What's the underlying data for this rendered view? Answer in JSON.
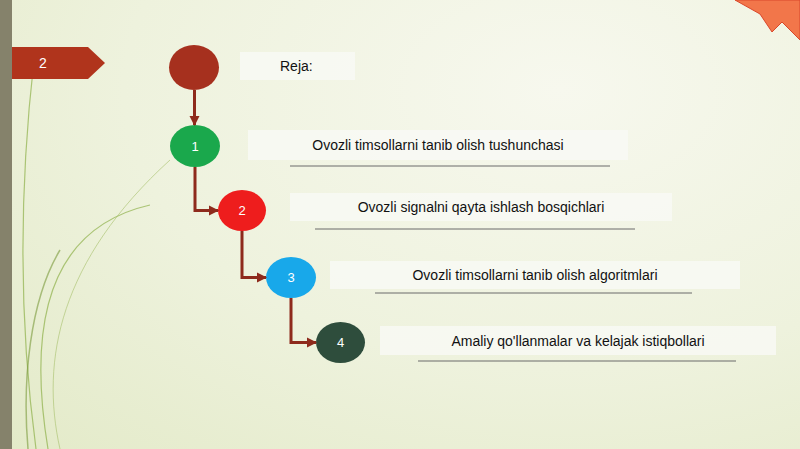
{
  "diagram": {
    "nodes": [
      {
        "text": [
          "Reja:"
        ]
      },
      {
        "text": [
          "1",
          "Ovozli timsollarni tanib olish tushunchasi"
        ]
      },
      {
        "text": [
          "2",
          "Ovozli signalni qayta ishlash bosqichlari"
        ]
      },
      {
        "text": [
          "3",
          "Ovozli timsollarni tanib olish algoritmlari"
        ]
      },
      {
        "text": [
          "4",
          "Amaliy qo'llanmalar va kelajak istiqbollari"
        ]
      }
    ],
    "edges": [
      {
        "from": 0,
        "to": 1,
        "arrow": "to"
      },
      {
        "from": 1,
        "to": 2,
        "arrow": "to"
      },
      {
        "from": 2,
        "to": 3,
        "arrow": "to"
      },
      {
        "from": 3,
        "to": 4,
        "arrow": "to"
      }
    ],
    "labels": [
      "2"
    ]
  }
}
